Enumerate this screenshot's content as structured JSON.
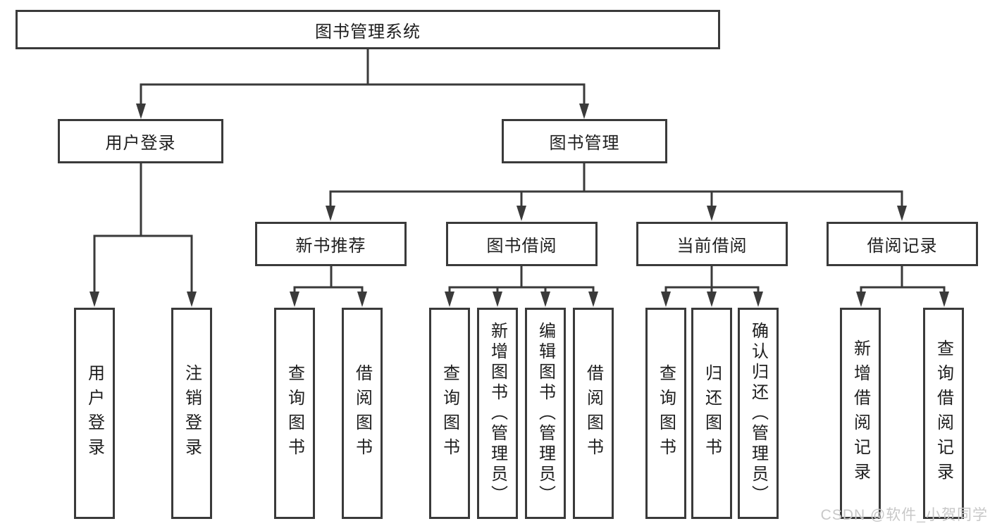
{
  "diagram": {
    "title": "图书管理系统",
    "user_login": {
      "label": "用户登录",
      "children": [
        "用户登录",
        "注销登录"
      ]
    },
    "book_management": {
      "label": "图书管理",
      "sections": [
        {
          "label": "新书推荐",
          "children": [
            "查询图书",
            "借阅图书"
          ]
        },
        {
          "label": "图书借阅",
          "children": [
            "查询图书",
            "新增图书（管理员）",
            "编辑图书（管理员）",
            "借阅图书"
          ]
        },
        {
          "label": "当前借阅",
          "children": [
            "查询图书",
            "归还图书",
            "确认归还（管理员）"
          ]
        },
        {
          "label": "借阅记录",
          "children": [
            "新增借阅记录",
            "查询借阅记录"
          ]
        }
      ]
    }
  },
  "watermark": {
    "text": "CSDN @软件_小贺同学"
  },
  "colors": {
    "line": "#3a3a3a",
    "text": "#1e1e1e",
    "watermark": "#c8c8c8",
    "background": "#ffffff"
  }
}
